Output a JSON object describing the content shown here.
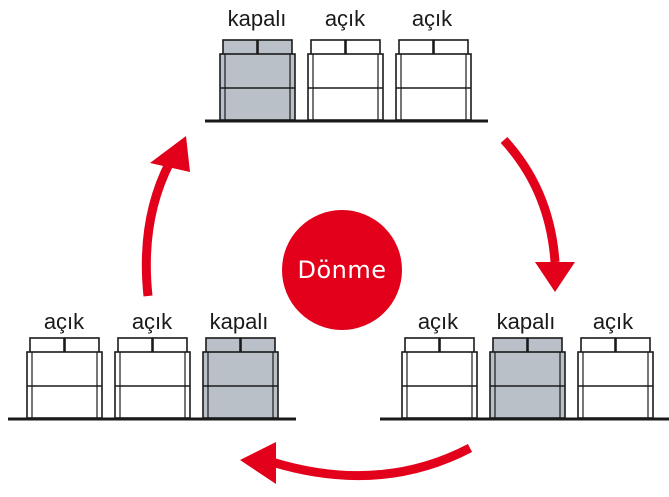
{
  "center_label": "Dönme",
  "colors": {
    "accent_red": "#e3001b",
    "closed_fill": "#b9c0c8",
    "open_fill": "#ffffff",
    "outline": "#1a1a1a"
  },
  "groups": [
    {
      "id": "top",
      "units": [
        {
          "state": "closed",
          "label": "kapalı"
        },
        {
          "state": "open",
          "label": "açık"
        },
        {
          "state": "open",
          "label": "açık"
        }
      ]
    },
    {
      "id": "right",
      "units": [
        {
          "state": "open",
          "label": "açık"
        },
        {
          "state": "closed",
          "label": "kapalı"
        },
        {
          "state": "open",
          "label": "açık"
        }
      ]
    },
    {
      "id": "left",
      "units": [
        {
          "state": "open",
          "label": "açık"
        },
        {
          "state": "open",
          "label": "açık"
        },
        {
          "state": "closed",
          "label": "kapalı"
        }
      ]
    }
  ],
  "arrows": [
    {
      "name": "arrow-top-to-right",
      "direction": "clockwise"
    },
    {
      "name": "arrow-right-to-left",
      "direction": "clockwise"
    },
    {
      "name": "arrow-left-to-top",
      "direction": "clockwise"
    }
  ]
}
